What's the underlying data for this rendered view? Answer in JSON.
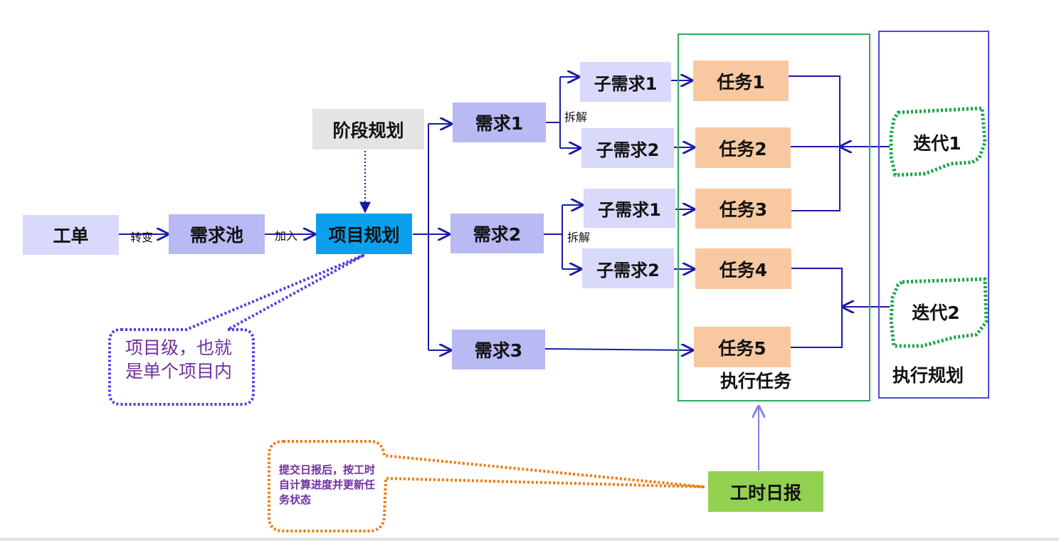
{
  "nodes": {
    "work_order": "工单",
    "req_pool": "需求池",
    "project_plan": "项目规划",
    "stage_plan": "阶段规划",
    "req1": "需求1",
    "req2": "需求2",
    "req3": "需求3",
    "r1_sub1": "子需求1",
    "r1_sub2": "子需求2",
    "r2_sub1": "子需求1",
    "r2_sub2": "子需求2",
    "task1": "任务1",
    "task2": "任务2",
    "task3": "任务3",
    "task4": "任务4",
    "task5": "任务5",
    "iter1": "迭代1",
    "iter2": "迭代2",
    "timesheet": "工时日报"
  },
  "edge_labels": {
    "convert": "转变",
    "join": "加入",
    "split1": "拆解",
    "split2": "拆解"
  },
  "groups": {
    "exec_tasks": "执行任务",
    "exec_plan": "执行规划"
  },
  "callouts": {
    "project_level": "项目级，也就是单个项目内",
    "timesheet_note": "提交日报后，按工时自计算进度并更新任务状态"
  },
  "colors": {
    "arrow": "#1a1aa6",
    "exec_tasks_border": "#2eaa5e",
    "exec_plan_border": "#4a4ae6",
    "iteration_border": "#1aa64a",
    "project_callout_border": "#4a3ee8",
    "timesheet_callout_border": "#f07a10"
  }
}
